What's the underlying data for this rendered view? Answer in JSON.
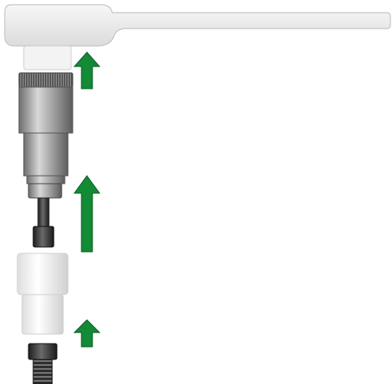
{
  "diagram": {
    "components": [
      {
        "id": "ratchet-handle",
        "label": "",
        "color": "#eeeeee"
      },
      {
        "id": "torque-adapter",
        "label": "",
        "color": "#b0b0b0"
      },
      {
        "id": "socket",
        "label": "",
        "color": "#f2f2f2"
      },
      {
        "id": "bolt",
        "label": "",
        "color": "#333333"
      }
    ],
    "arrows": [
      {
        "id": "arrow-top",
        "direction": "up",
        "color": "#138a36"
      },
      {
        "id": "arrow-middle",
        "direction": "up",
        "color": "#138a36"
      },
      {
        "id": "arrow-bottom",
        "direction": "up",
        "color": "#138a36"
      }
    ],
    "colors": {
      "arrow": "#138a36",
      "arrow_outline": "#0b5a22",
      "metal_dark": "#3a3a3a",
      "metal_light": "#c8c8c8",
      "white_part": "#f4f4f4"
    }
  }
}
